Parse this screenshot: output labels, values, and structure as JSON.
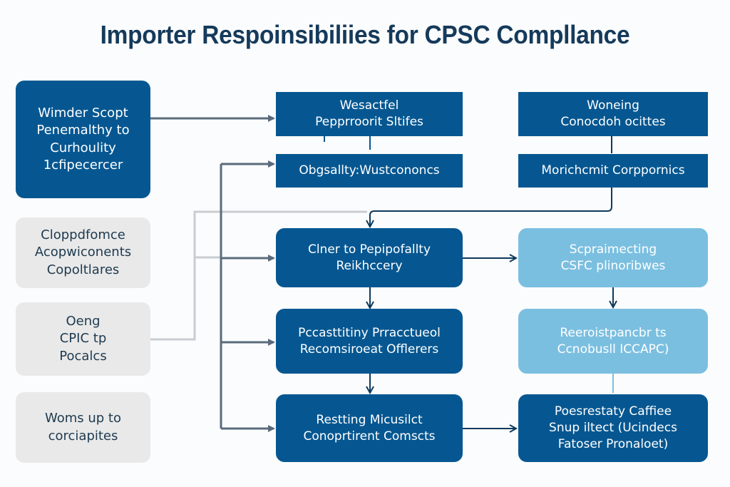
{
  "title": "Importer Respoinsibiliies for CPSC Compllance",
  "colors": {
    "dark_box": "#065791",
    "light_box": "#7bbfe0",
    "grey_box": "#e9e9e9",
    "title_text": "#153a5b",
    "connector_dark": "#5a6b7b",
    "connector_light": "#c8cdd1",
    "connector_navy": "#0e3a5c"
  },
  "left_column": [
    {
      "id": "scope",
      "lines": [
        "Wimder Scopt",
        "Penemalthy to",
        "Curhoulity",
        "1cfipecercer"
      ]
    },
    {
      "id": "compliance",
      "lines": [
        "Cloppdfomce",
        "Acopwiconents",
        "Copoltlares"
      ]
    },
    {
      "id": "cpic",
      "lines": [
        "Oeng",
        "CPIC tp",
        "Pocalcs"
      ]
    },
    {
      "id": "woms",
      "lines": [
        "Woms up to",
        "corciapites"
      ]
    }
  ],
  "center_column": [
    {
      "id": "wesactfel",
      "lines": [
        "Wesactfel",
        "Pepprroorit Sltifes"
      ]
    },
    {
      "id": "obgsallty",
      "lines": [
        "Obgsallty:Wustcononcs"
      ]
    },
    {
      "id": "clner",
      "lines": [
        "Clner to Pepipofallty",
        "Reikhccery"
      ]
    },
    {
      "id": "pccasttitiny",
      "lines": [
        "Pccasttitiny Prracctueol",
        "Recomsiroeat Offlerers"
      ]
    },
    {
      "id": "restting",
      "lines": [
        "Restting Micusilct",
        "Conoprtirent Comscts"
      ]
    }
  ],
  "right_column": [
    {
      "id": "woneing",
      "lines": [
        "Woneing",
        "Conocdoh ocittes"
      ]
    },
    {
      "id": "morichcmit",
      "lines": [
        "Morichcmit Corppornics"
      ]
    },
    {
      "id": "scpraimecting",
      "lines": [
        "Scpraimecting",
        "CSFC plinoribwes"
      ]
    },
    {
      "id": "reeroistpanc",
      "lines": [
        "Reeroistpancbr ts",
        "Ccnobusll ICCAPC)"
      ]
    },
    {
      "id": "poesrestaty",
      "lines": [
        "Poesrestaty Caffiee",
        "Snup iltect (Ucindecs",
        "Fatoser Pronaloet)"
      ]
    }
  ]
}
